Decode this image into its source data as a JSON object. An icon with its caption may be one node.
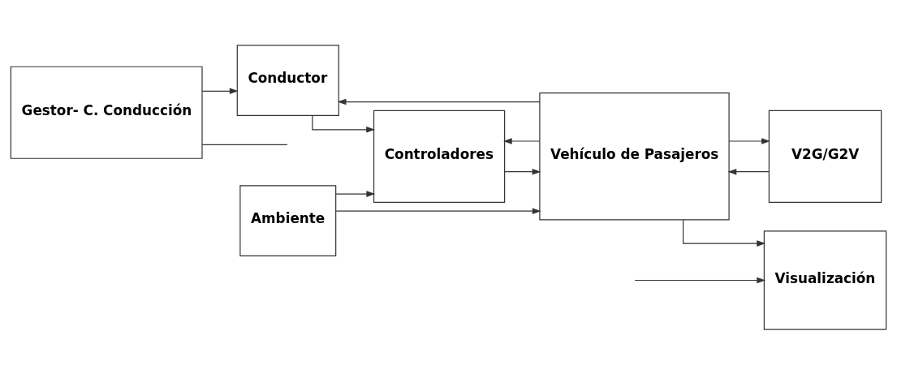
{
  "diagram": {
    "nodes": [
      {
        "text": [
          "Gestor- C. Conducción"
        ]
      },
      {
        "text": [
          "V2G/G2V"
        ]
      },
      {
        "text": [
          "Ambiente"
        ]
      },
      {
        "text": [
          "Conductor"
        ]
      },
      {
        "text": [
          "Controladores"
        ]
      },
      {
        "text": [
          "Vehículo de Pasajeros"
        ]
      },
      {
        "text": [
          "Visualización"
        ]
      }
    ],
    "edges": [
      {
        "from": 0,
        "to": 3,
        "arrow": "to"
      },
      {
        "from": 0,
        "to": null,
        "arrow": "none"
      },
      {
        "from": 5,
        "to": 1,
        "arrow": "to"
      },
      {
        "from": 5,
        "to": 3,
        "arrow": "to"
      },
      {
        "from": 5,
        "to": 4,
        "arrow": "to"
      },
      {
        "from": 2,
        "to": 5,
        "arrow": "to"
      },
      {
        "from": 2,
        "to": 4,
        "arrow": "to"
      },
      {
        "from": 3,
        "to": 4,
        "arrow": "to"
      },
      {
        "from": 1,
        "to": 5,
        "arrow": "to"
      },
      {
        "from": 4,
        "to": 5,
        "arrow": "to"
      },
      {
        "from": 5,
        "to": 6,
        "arrow": "to"
      },
      {
        "from": null,
        "to": 6,
        "arrow": "to"
      }
    ]
  }
}
